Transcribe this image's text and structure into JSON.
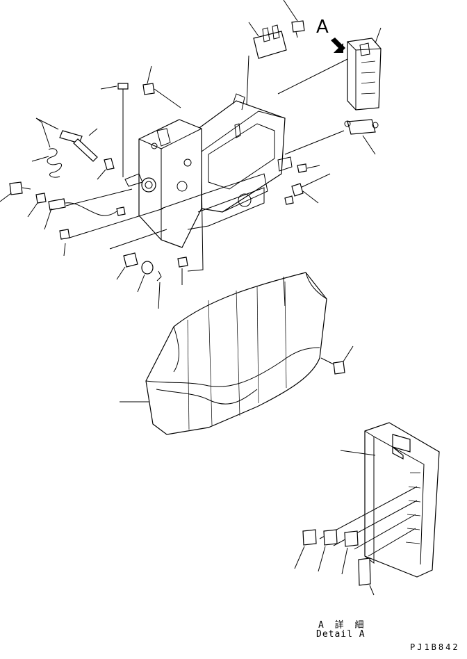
{
  "view_marker": {
    "letter": "A"
  },
  "detail_caption": {
    "japanese": "A 詳 細",
    "english": "Detail A"
  },
  "drawing_number": "PJ1B842",
  "icons": {
    "view_arrow": "view-direction-arrow-icon"
  },
  "colors": {
    "ink": "#000000",
    "paper": "#ffffff"
  }
}
